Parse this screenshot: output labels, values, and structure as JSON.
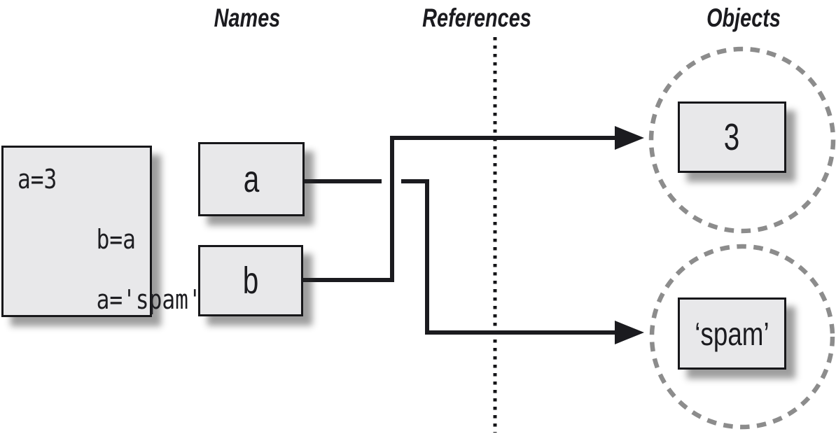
{
  "headers": {
    "names": "Names",
    "references": "References",
    "objects": "Objects"
  },
  "code": {
    "lines": [
      "a=3",
      "b=a",
      "a='spam'"
    ]
  },
  "names": [
    {
      "label": "a"
    },
    {
      "label": "b"
    }
  ],
  "objects": [
    {
      "label": "3"
    },
    {
      "label": "‘spam’"
    }
  ],
  "references": [
    {
      "from": "b",
      "to": "3"
    },
    {
      "from": "a",
      "to": "'spam'"
    }
  ],
  "colors": {
    "line": "#1b1b1f",
    "box_fill": "#e8e8ea",
    "box_border": "#17171a",
    "circle_dash": "#8c8c8c",
    "divider": "#141417"
  }
}
